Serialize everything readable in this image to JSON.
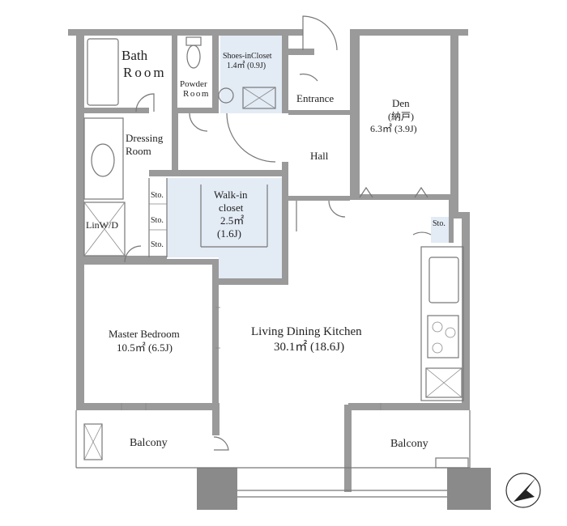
{
  "rooms": {
    "bath": {
      "line1": "Bath",
      "line2": "Room"
    },
    "powder": {
      "line1": "Powder",
      "line2": "Room"
    },
    "shoes_closet": {
      "line1": "Shoes-inCloset",
      "line2": "1.4㎡ (0.9J)"
    },
    "entrance": {
      "label": "Entrance"
    },
    "den": {
      "line1": "Den",
      "line2": "(納戸)",
      "line3": "6.3㎡ (3.9J)"
    },
    "dressing": {
      "line1": "Dressing",
      "line2": "Room"
    },
    "hall": {
      "label": "Hall"
    },
    "walkin": {
      "line1": "Walk-in",
      "line2": "closet",
      "line3": "2.5㎡",
      "line4": "(1.6J)"
    },
    "linwd": {
      "label": "LinW/D"
    },
    "storage": {
      "sto1": "Sto.",
      "sto2": "Sto.",
      "sto3": "Sto.",
      "sto_kitchen": "Sto."
    },
    "master": {
      "line1": "Master Bedroom",
      "line2": "10.5㎡ (6.5J)"
    },
    "ldk": {
      "line1": "Living Dining Kitchen",
      "line2": "30.1㎡ (18.6J)"
    },
    "balcony_left": {
      "label": "Balcony"
    },
    "balcony_right": {
      "label": "Balcony"
    }
  },
  "icons": {
    "north": "compass-north-icon",
    "bathtub": "bathtub-icon",
    "toilet": "toilet-icon",
    "sink": "sink-icon",
    "stove": "stove-icon"
  },
  "colors": {
    "wall": "#9a9a9a",
    "closet_fill": "#e3ebf5",
    "line": "#777777"
  }
}
